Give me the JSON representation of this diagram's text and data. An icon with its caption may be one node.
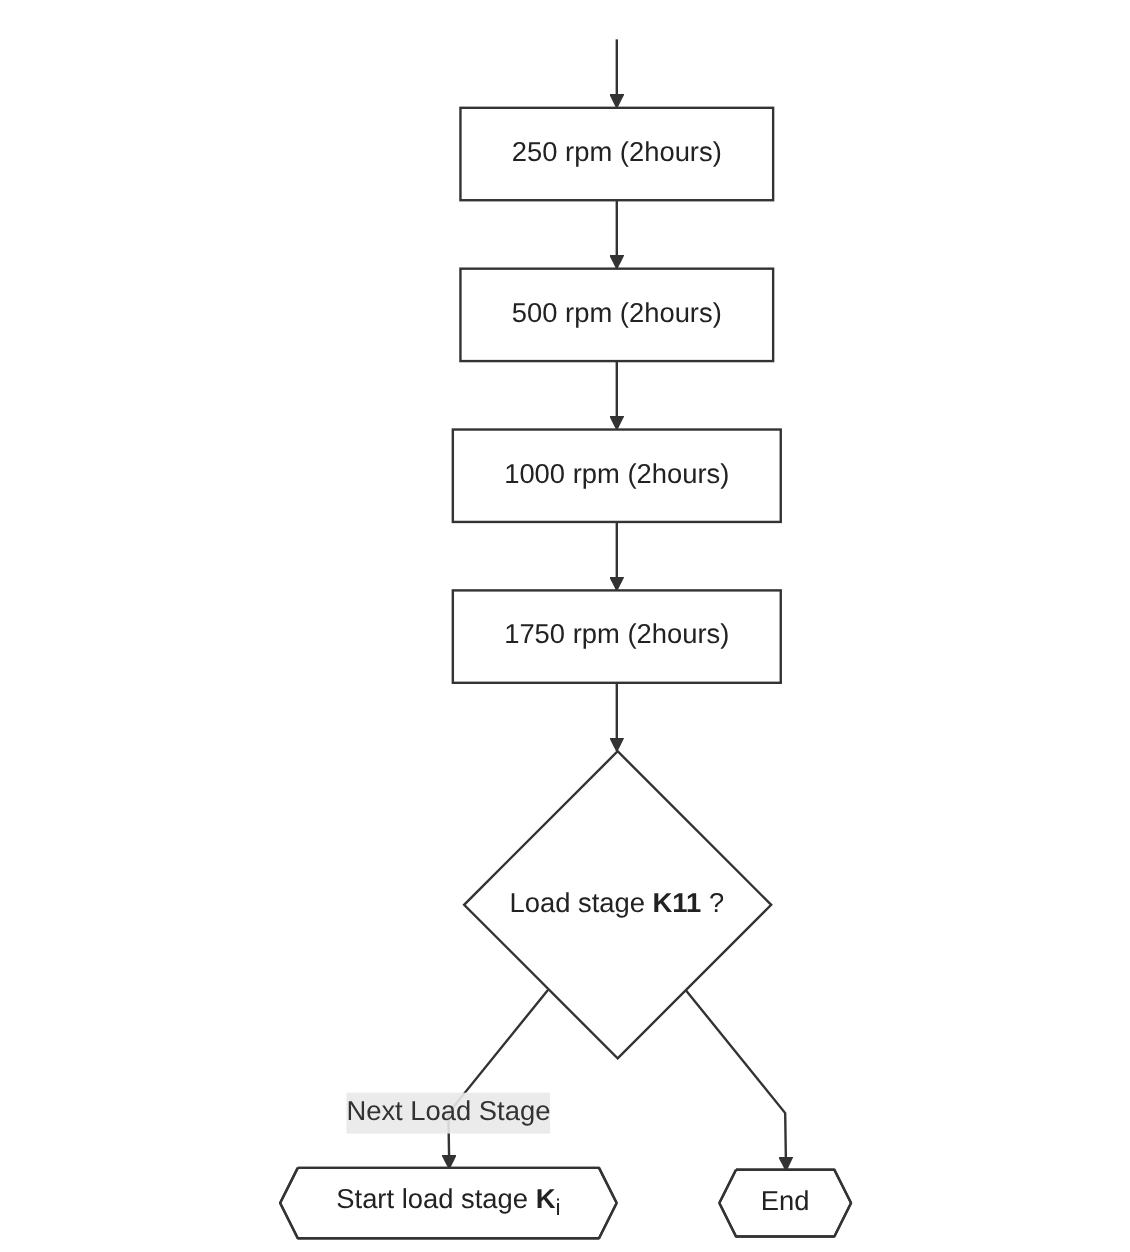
{
  "diagram": {
    "nodes": [
      {
        "text": [
          "Start load stage **K**$_{i}$"
        ]
      },
      {
        "text": [
          "250 rpm (2hours)"
        ]
      },
      {
        "text": [
          "500 rpm (2hours)"
        ]
      },
      {
        "text": [
          "1000 rpm (2hours)"
        ]
      },
      {
        "text": [
          "1750 rpm (2hours)"
        ]
      },
      {
        "text": [
          "Load stage **K11** ?"
        ]
      },
      {
        "text": [
          "End"
        ]
      }
    ],
    "edges": [
      {
        "from": null,
        "to": 1,
        "arrow": "to"
      },
      {
        "from": 1,
        "to": 2,
        "arrow": "to"
      },
      {
        "from": 2,
        "to": 3,
        "arrow": "to"
      },
      {
        "from": 3,
        "to": 4,
        "arrow": "to"
      },
      {
        "from": 4,
        "to": 5,
        "arrow": "to"
      },
      {
        "from": 5,
        "to": 0,
        "arrow": "to",
        "label": "Next Load Stage"
      },
      {
        "from": 5,
        "to": 6,
        "arrow": "to"
      }
    ]
  }
}
